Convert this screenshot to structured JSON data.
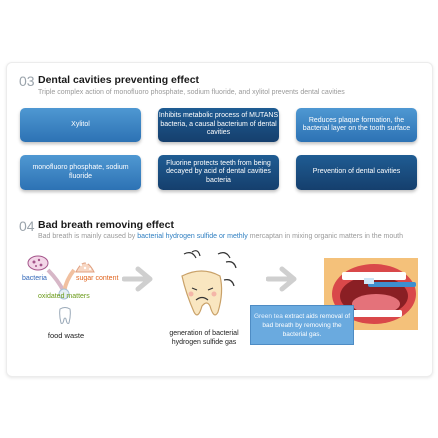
{
  "section3": {
    "number": "03",
    "title": "Dental cavities preventing effect",
    "subtitle": "Triple complex action of monofluoro phosphate, sodium fluoride, and xylitol prevents dental cavities",
    "boxes": [
      {
        "label": "Xylitol"
      },
      {
        "label": "Inhibits metabolic process of MUTANS bacteria, a causal bacterium of dental cavities"
      },
      {
        "label": "Reduces plaque formation, the bacterial layer on the tooth surface"
      },
      {
        "label": "monofluoro phosphate, sodium fluoride"
      },
      {
        "label": "Fluorine protects teeth from being decayed by acid of dental cavities bacteria"
      },
      {
        "label": "Prevention of dental cavities"
      }
    ]
  },
  "section4": {
    "number": "04",
    "title": "Bad breath removing effect",
    "subtitle_before": "Bad breath is mainly caused by ",
    "subtitle_highlight": "bacterial hydrogen sulfide or methly",
    "subtitle_after": " mercaptan in mixing organic matters in the mouth",
    "labels": {
      "bacteria": "bacteria",
      "sugar": "sugar content",
      "oxidated": "oxidated matters",
      "food": "food waste",
      "generation": "generation of bacterial hydrogen sulfide gas"
    },
    "tooltip": {
      "green": "Green tea",
      "rest": " extract aids removal of bad breath by removing the bacterial gas."
    }
  },
  "colors": {
    "light_box": "#3a82c2",
    "dark_box": "#1b4d80",
    "bacteria": "#3066b8",
    "sugar": "#e0641e",
    "oxidated": "#6a9a18",
    "highlight": "#2f7fc1"
  },
  "icons": [
    "bacteria-icon",
    "sugar-icon",
    "tooth-icon",
    "sad-tooth-icon",
    "arrow-right-icon",
    "mouth-icon"
  ]
}
